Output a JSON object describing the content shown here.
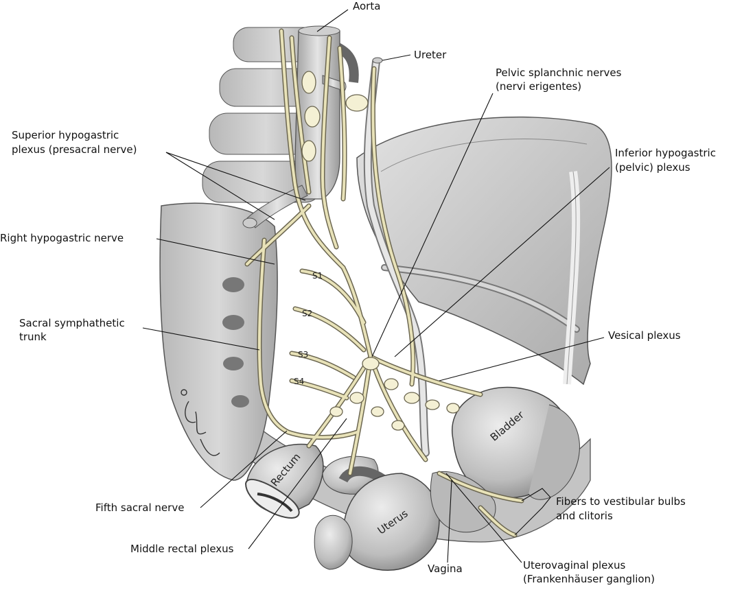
{
  "labels": {
    "aorta": "Aorta",
    "ureter": "Ureter",
    "pelvic_splanchnic_1": "Pelvic splanchnic nerves",
    "pelvic_splanchnic_2": "(nervi erigentes)",
    "superior_hypogastric_1": "Superior hypogastric",
    "superior_hypogastric_2": "plexus (presacral nerve)",
    "inferior_hypogastric_1": "Inferior hypogastric",
    "inferior_hypogastric_2": "(pelvic) plexus",
    "right_hypogastric": "Right hypogastric nerve",
    "sacral_trunk_1": "Sacral symphathetic",
    "sacral_trunk_2": "trunk",
    "vesical_plexus": "Vesical plexus",
    "fifth_sacral": "Fifth sacral nerve",
    "middle_rectal": "Middle rectal plexus",
    "fibers_vestibular_1": "Fibers to vestibular bulbs",
    "fibers_vestibular_2": "and clitoris",
    "vagina": "Vagina",
    "uterovaginal_1": "Uterovaginal plexus",
    "uterovaginal_2": "(Frankenhäuser ganglion)"
  },
  "organs": {
    "bladder": "Bladder",
    "rectum": "Rectum",
    "uterus": "Uterus"
  },
  "sacral_levels": {
    "s1": "S1",
    "s2": "S2",
    "s3": "S3",
    "s4": "S4"
  },
  "colors": {
    "nerve": "#e8e2b8",
    "nerve_outline": "#6b6650",
    "tissue": "#c9c9c9",
    "tissue_dark": "#9a9a9a",
    "leader": "#111111"
  }
}
